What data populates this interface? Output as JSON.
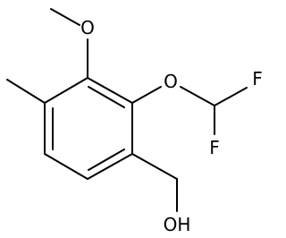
{
  "molecule": {
    "atoms": {
      "methoxy_oxygen": "O",
      "difluoromethoxy_oxygen": "O",
      "fluorine_upper": "F",
      "fluorine_lower": "F",
      "hydroxyl": "OH"
    }
  },
  "colors": {
    "bond": "#000000",
    "label": "#000000",
    "background": "#ffffff"
  }
}
